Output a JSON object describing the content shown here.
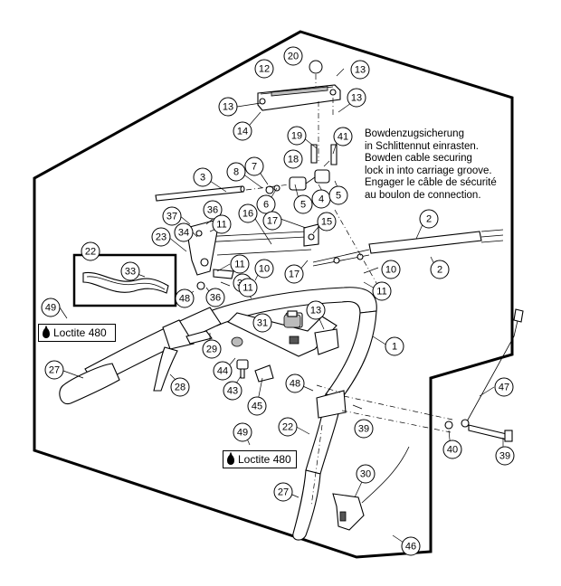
{
  "note": {
    "lines": [
      "Bowdenzugsicherung",
      "in Schlittennut einrasten.",
      "Bowden cable securing",
      "lock in into carriage groove.",
      "Engager le câble de sécurité",
      "au boulon de connection."
    ]
  },
  "loctite": {
    "label_top": "Loctite 480",
    "label_bottom": "Loctite 480"
  },
  "callouts": [
    {
      "id": "c20",
      "label": "20"
    },
    {
      "id": "c13a",
      "label": "13"
    },
    {
      "id": "c12",
      "label": "12"
    },
    {
      "id": "c13b",
      "label": "13"
    },
    {
      "id": "c13c",
      "label": "13"
    },
    {
      "id": "c14",
      "label": "14"
    },
    {
      "id": "c19",
      "label": "19"
    },
    {
      "id": "c41",
      "label": "41"
    },
    {
      "id": "c18",
      "label": "18"
    },
    {
      "id": "c3",
      "label": "3"
    },
    {
      "id": "c8",
      "label": "8"
    },
    {
      "id": "c7",
      "label": "7"
    },
    {
      "id": "c6",
      "label": "6"
    },
    {
      "id": "c5a",
      "label": "5"
    },
    {
      "id": "c4",
      "label": "4"
    },
    {
      "id": "c5b",
      "label": "5"
    },
    {
      "id": "c37a",
      "label": "37"
    },
    {
      "id": "c36a",
      "label": "36"
    },
    {
      "id": "c16",
      "label": "16"
    },
    {
      "id": "c17a",
      "label": "17"
    },
    {
      "id": "c15",
      "label": "15"
    },
    {
      "id": "c2a",
      "label": "2"
    },
    {
      "id": "c11a",
      "label": "11"
    },
    {
      "id": "c34",
      "label": "34"
    },
    {
      "id": "c23",
      "label": "23"
    },
    {
      "id": "c22a",
      "label": "22"
    },
    {
      "id": "c33",
      "label": "33"
    },
    {
      "id": "c11b",
      "label": "11"
    },
    {
      "id": "c10a",
      "label": "10"
    },
    {
      "id": "c17b",
      "label": "17"
    },
    {
      "id": "c2b",
      "label": "2"
    },
    {
      "id": "c37b",
      "label": "37"
    },
    {
      "id": "c10b",
      "label": "10"
    },
    {
      "id": "c11c",
      "label": "11"
    },
    {
      "id": "c11d",
      "label": "11"
    },
    {
      "id": "c48a",
      "label": "48"
    },
    {
      "id": "c36b",
      "label": "36"
    },
    {
      "id": "c49a",
      "label": "49"
    },
    {
      "id": "c31",
      "label": "31"
    },
    {
      "id": "c13d",
      "label": "13"
    },
    {
      "id": "c1",
      "label": "1"
    },
    {
      "id": "c29",
      "label": "29"
    },
    {
      "id": "c44",
      "label": "44"
    },
    {
      "id": "c27a",
      "label": "27"
    },
    {
      "id": "c28",
      "label": "28"
    },
    {
      "id": "c43",
      "label": "43"
    },
    {
      "id": "c48b",
      "label": "48"
    },
    {
      "id": "c45",
      "label": "45"
    },
    {
      "id": "c47",
      "label": "47"
    },
    {
      "id": "c39a",
      "label": "39"
    },
    {
      "id": "c22b",
      "label": "22"
    },
    {
      "id": "c49b",
      "label": "49"
    },
    {
      "id": "c40",
      "label": "40"
    },
    {
      "id": "c39b",
      "label": "39"
    },
    {
      "id": "c30",
      "label": "30"
    },
    {
      "id": "c27b",
      "label": "27"
    },
    {
      "id": "c46",
      "label": "46"
    }
  ]
}
